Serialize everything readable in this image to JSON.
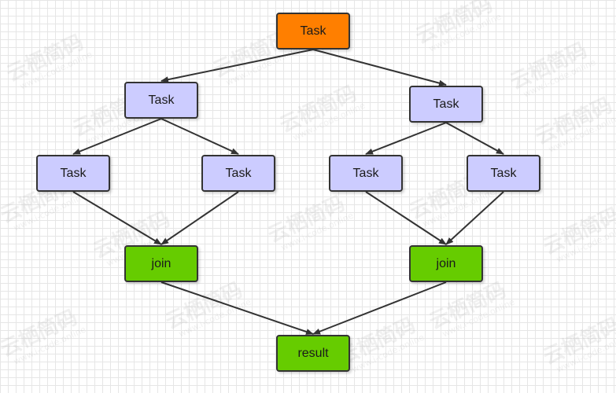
{
  "colors": {
    "root": "#ff7f00",
    "task": "#ccccff",
    "join": "#66cc00",
    "result": "#66cc00",
    "edge": "#333333"
  },
  "nodes": {
    "root": "Task",
    "left_task": "Task",
    "right_task": "Task",
    "left_left_task": "Task",
    "left_right_task": "Task",
    "right_left_task": "Task",
    "right_right_task": "Task",
    "left_join": "join",
    "right_join": "join",
    "result": "result"
  },
  "edges": [
    [
      "root",
      "left_task"
    ],
    [
      "root",
      "right_task"
    ],
    [
      "left_task",
      "left_left_task"
    ],
    [
      "left_task",
      "left_right_task"
    ],
    [
      "right_task",
      "right_left_task"
    ],
    [
      "right_task",
      "right_right_task"
    ],
    [
      "left_left_task",
      "left_join"
    ],
    [
      "left_right_task",
      "left_join"
    ],
    [
      "right_left_task",
      "right_join"
    ],
    [
      "right_right_task",
      "right_join"
    ],
    [
      "left_join",
      "result"
    ],
    [
      "right_join",
      "result"
    ]
  ],
  "watermark": {
    "title": "云栖简码",
    "url": "www.i-code.online"
  }
}
